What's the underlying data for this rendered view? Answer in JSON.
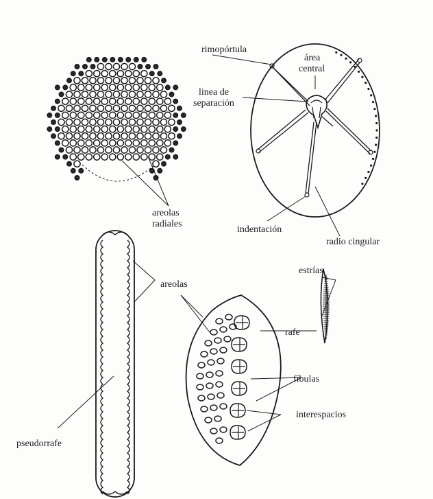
{
  "labels": {
    "rimoportula": "rimopórtula",
    "area_central_1": "área",
    "area_central_2": "central",
    "linea_1": "linea de",
    "linea_2": "separación",
    "areolas_radiales_1": "areolas",
    "areolas_radiales_2": "radiales",
    "indentacion": "indentación",
    "radio_cingular": "radio cingular",
    "areolas": "areolas",
    "estrias": "estrías",
    "rafe": "rafe",
    "fibulas": "fíbulas",
    "interespacios": "interespacios",
    "pseudorrafe": "pseudorrafe"
  },
  "colors": {
    "ink": "#1a1a1a",
    "paper": "#fdfdfc"
  }
}
